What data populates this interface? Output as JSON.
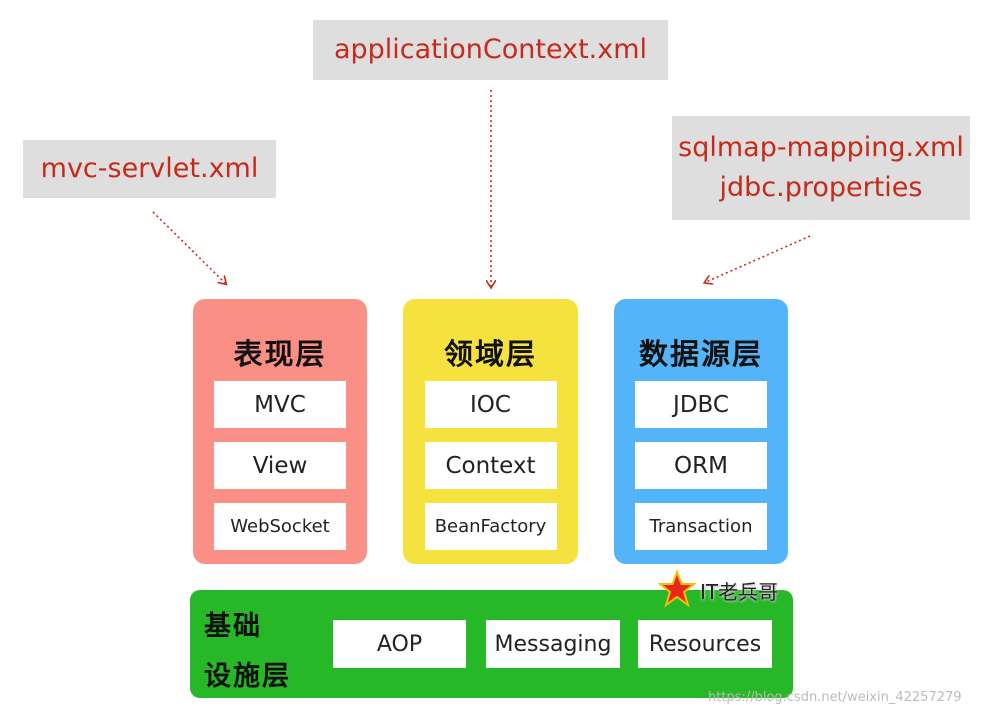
{
  "config_files": {
    "application_context": "applicationContext.xml",
    "mvc_servlet": "mvc-servlet.xml",
    "sqlmap_mapping": "sqlmap-mapping.xml",
    "jdbc_properties": "jdbc.properties"
  },
  "layers": {
    "presentation": {
      "title": "表现层",
      "items": [
        "MVC",
        "View",
        "WebSocket"
      ],
      "color": "#fa8f86"
    },
    "domain": {
      "title": "领域层",
      "items": [
        "IOC",
        "Context",
        "BeanFactory"
      ],
      "color": "#f5e23f"
    },
    "datasource": {
      "title": "数据源层",
      "items": [
        "JDBC",
        "ORM",
        "Transaction"
      ],
      "color": "#54b4f8"
    },
    "infrastructure": {
      "title_line1": "基础",
      "title_line2": "设施层",
      "items": [
        "AOP",
        "Messaging",
        "Resources"
      ],
      "color": "#27b827"
    }
  },
  "author_mark": "IT老兵哥",
  "watermark": "https://blog.csdn.net/weixin_42257279",
  "colors": {
    "config_text": "#c62a1a",
    "config_bg": "#dedede",
    "arrow": "#c62a1a"
  },
  "icons": {
    "star": "star-icon"
  }
}
